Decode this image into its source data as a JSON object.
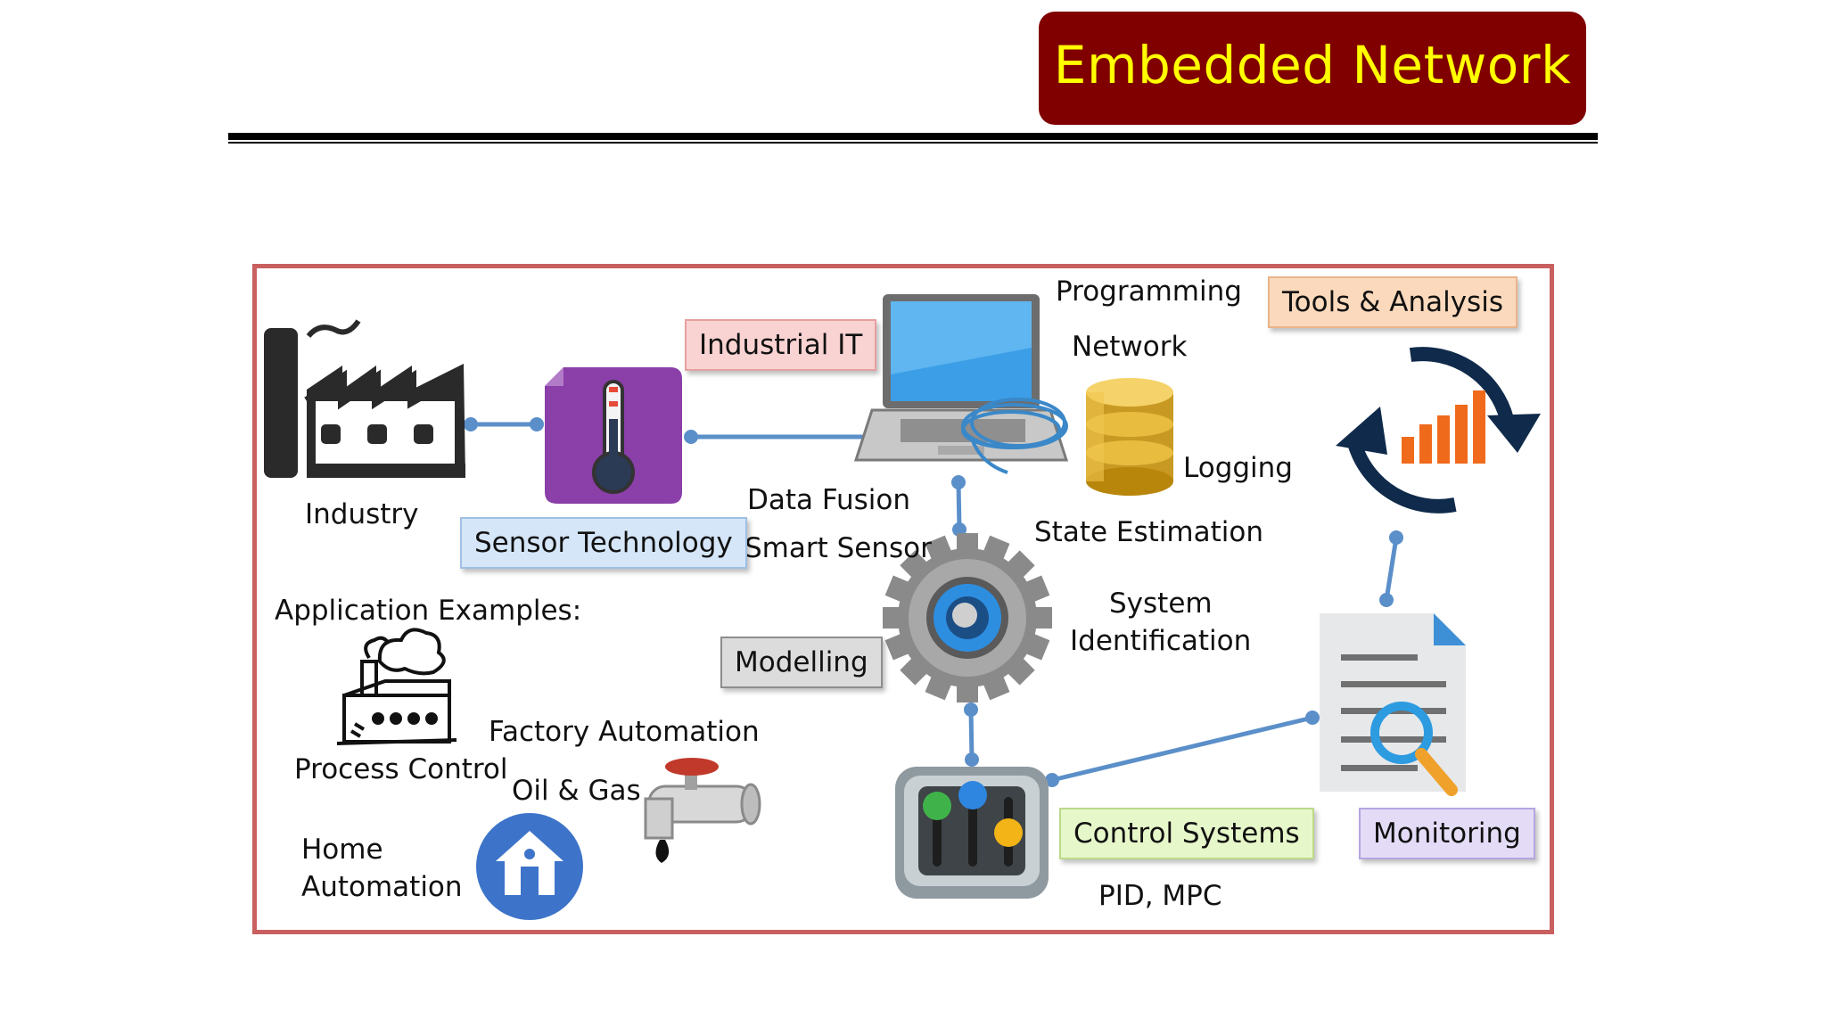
{
  "title": "Embedded Network",
  "labels": {
    "programming": "Programming",
    "network": "Network",
    "logging": "Logging",
    "industry": "Industry",
    "data_fusion": "Data Fusion",
    "smart_sensor": "Smart Sensor",
    "state_estimation": "State Estimation",
    "system": "System",
    "identification": "Identification",
    "application_examples": "Application Examples:",
    "factory_automation": "Factory Automation",
    "process_control": "Process Control",
    "oil_gas": "Oil & Gas",
    "home": "Home",
    "automation": "Automation",
    "pid_mpc": "PID, MPC"
  },
  "tags": {
    "industrial_it": "Industrial IT",
    "tools_analysis": "Tools & Analysis",
    "sensor_technology": "Sensor Technology",
    "modelling": "Modelling",
    "control_systems": "Control Systems",
    "monitoring": "Monitoring"
  },
  "colors": {
    "title_bg": "#800000",
    "title_text": "#ffff00",
    "frame_border": "#c95f5f",
    "connector": "#5b8fc9"
  },
  "icons": [
    "factory-icon",
    "thermometer-icon",
    "laptop-icon",
    "database-icon",
    "cycle-chart-icon",
    "gear-icon",
    "control-panel-icon",
    "document-search-icon",
    "process-factory-icon",
    "valve-pipe-icon",
    "home-icon"
  ]
}
